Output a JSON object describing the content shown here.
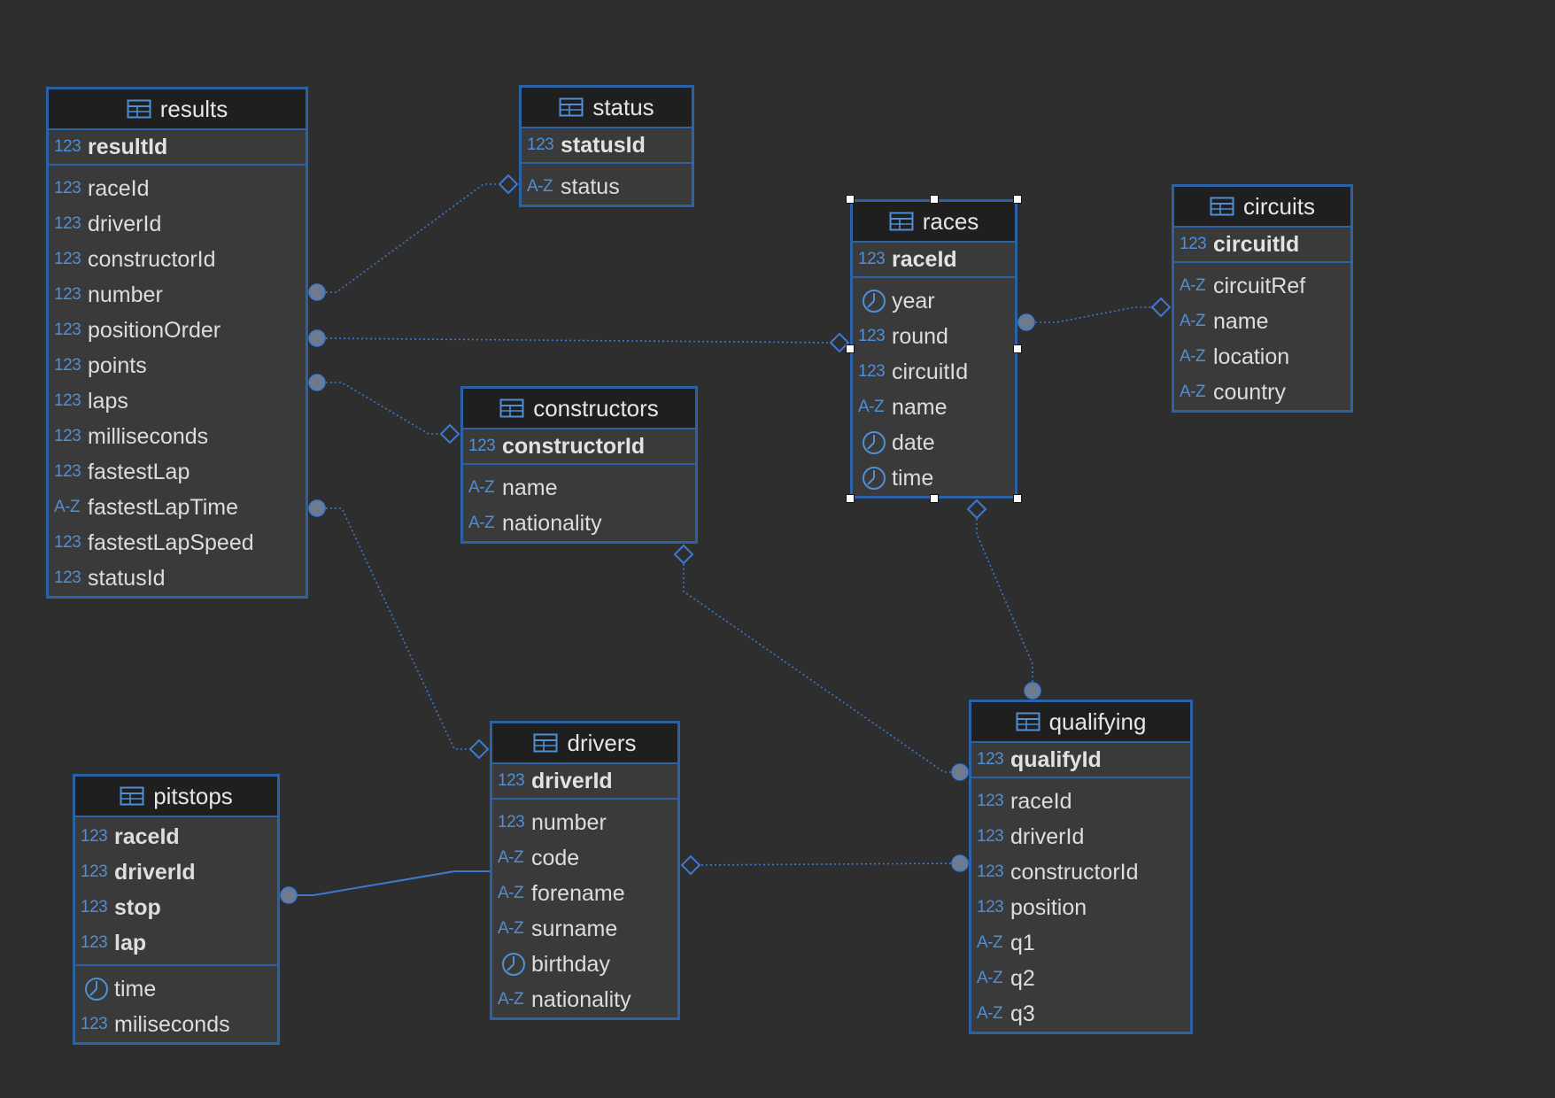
{
  "colors": {
    "background": "#2e2e2e",
    "table_border": "#2b62a6",
    "table_header_bg": "#1f1f1f",
    "table_body_bg": "#3a3a3a",
    "type_icon": "#4f8fd6",
    "link": "#3b7ad1",
    "connector_dot": "#6e7b8e"
  },
  "icons": {
    "table": "table-grid-icon",
    "numeric": "123",
    "text": "A-Z",
    "datetime": "clock-icon"
  },
  "tables": [
    {
      "id": "results",
      "title": "results",
      "pk": {
        "type": "numeric",
        "name": "resultId"
      },
      "columns": [
        {
          "type": "numeric",
          "name": "raceId"
        },
        {
          "type": "numeric",
          "name": "driverId"
        },
        {
          "type": "numeric",
          "name": "constructorId"
        },
        {
          "type": "numeric",
          "name": "number"
        },
        {
          "type": "numeric",
          "name": "positionOrder"
        },
        {
          "type": "numeric",
          "name": "points"
        },
        {
          "type": "numeric",
          "name": "laps"
        },
        {
          "type": "numeric",
          "name": "milliseconds"
        },
        {
          "type": "numeric",
          "name": "fastestLap"
        },
        {
          "type": "text",
          "name": "fastestLapTime"
        },
        {
          "type": "numeric",
          "name": "fastestLapSpeed"
        },
        {
          "type": "numeric",
          "name": "statusId"
        }
      ]
    },
    {
      "id": "status",
      "title": "status",
      "pk": {
        "type": "numeric",
        "name": "statusId"
      },
      "columns": [
        {
          "type": "text",
          "name": "status"
        }
      ]
    },
    {
      "id": "races",
      "title": "races",
      "selected": true,
      "pk": {
        "type": "numeric",
        "name": "raceId"
      },
      "columns": [
        {
          "type": "datetime",
          "name": "year"
        },
        {
          "type": "numeric",
          "name": "round"
        },
        {
          "type": "numeric",
          "name": "circuitId"
        },
        {
          "type": "text",
          "name": "name"
        },
        {
          "type": "datetime",
          "name": "date"
        },
        {
          "type": "datetime",
          "name": "time"
        }
      ]
    },
    {
      "id": "circuits",
      "title": "circuits",
      "pk": {
        "type": "numeric",
        "name": "circuitId"
      },
      "columns": [
        {
          "type": "text",
          "name": "circuitRef"
        },
        {
          "type": "text",
          "name": "name"
        },
        {
          "type": "text",
          "name": "location"
        },
        {
          "type": "text",
          "name": "country"
        }
      ]
    },
    {
      "id": "constructors",
      "title": "constructors",
      "pk": {
        "type": "numeric",
        "name": "constructorId"
      },
      "columns": [
        {
          "type": "text",
          "name": "name"
        },
        {
          "type": "text",
          "name": "nationality"
        }
      ]
    },
    {
      "id": "drivers",
      "title": "drivers",
      "pk": {
        "type": "numeric",
        "name": "driverId"
      },
      "columns": [
        {
          "type": "numeric",
          "name": "number"
        },
        {
          "type": "text",
          "name": "code"
        },
        {
          "type": "text",
          "name": "forename"
        },
        {
          "type": "text",
          "name": "surname"
        },
        {
          "type": "datetime",
          "name": "birthday"
        },
        {
          "type": "text",
          "name": "nationality"
        }
      ]
    },
    {
      "id": "pitstops",
      "title": "pitstops",
      "pk_group": [
        {
          "type": "numeric",
          "name": "raceId"
        },
        {
          "type": "numeric",
          "name": "driverId"
        },
        {
          "type": "numeric",
          "name": "stop"
        },
        {
          "type": "numeric",
          "name": "lap"
        }
      ],
      "columns": [
        {
          "type": "datetime",
          "name": "time"
        },
        {
          "type": "numeric",
          "name": "miliseconds"
        }
      ]
    },
    {
      "id": "qualifying",
      "title": "qualifying",
      "pk": {
        "type": "numeric",
        "name": "qualifyId"
      },
      "columns": [
        {
          "type": "numeric",
          "name": "raceId"
        },
        {
          "type": "numeric",
          "name": "driverId"
        },
        {
          "type": "numeric",
          "name": "constructorId"
        },
        {
          "type": "numeric",
          "name": "position"
        },
        {
          "type": "text",
          "name": "q1"
        },
        {
          "type": "text",
          "name": "q2"
        },
        {
          "type": "text",
          "name": "q3"
        }
      ]
    }
  ],
  "relationships": [
    {
      "from": "results",
      "to": "status"
    },
    {
      "from": "results",
      "to": "races"
    },
    {
      "from": "results",
      "to": "constructors"
    },
    {
      "from": "results",
      "to": "drivers"
    },
    {
      "from": "races",
      "to": "circuits"
    },
    {
      "from": "qualifying",
      "to": "races"
    },
    {
      "from": "qualifying",
      "to": "constructors"
    },
    {
      "from": "qualifying",
      "to": "drivers"
    },
    {
      "from": "pitstops",
      "to": "drivers"
    }
  ]
}
